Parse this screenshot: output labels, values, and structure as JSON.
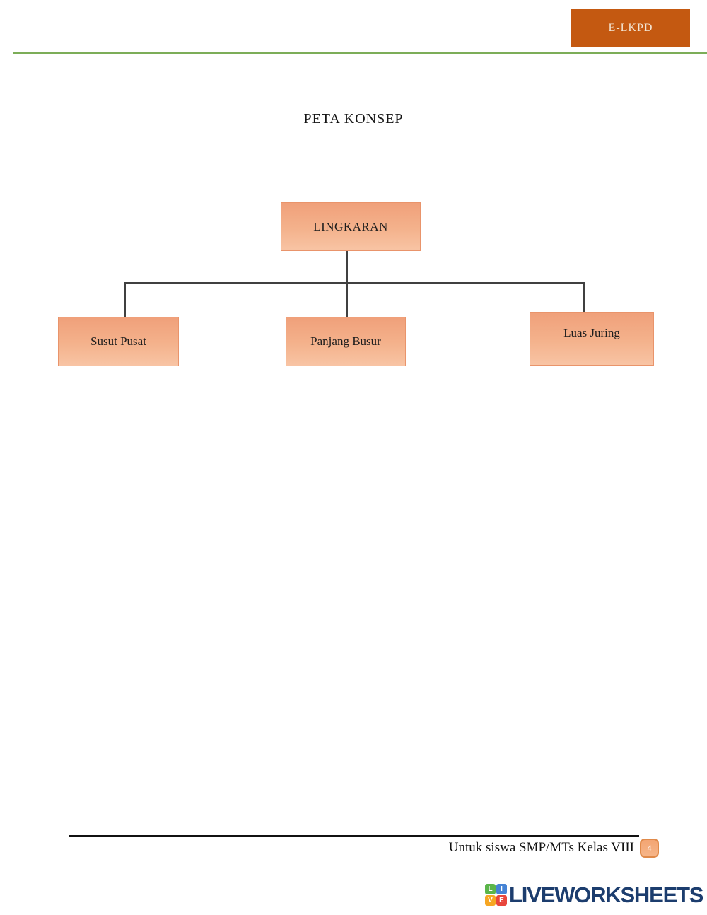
{
  "header": {
    "badge_label": "E-LKPD"
  },
  "title": "PETA KONSEP",
  "diagram": {
    "root": "LINGKARAN",
    "children": [
      "Susut Pusat",
      "Panjang Busur",
      "Luas Juring"
    ]
  },
  "footer": {
    "text": "Untuk siswa SMP/MTs Kelas VIII",
    "page_number": "4"
  },
  "brand": {
    "name": "LIVEWORKSHEETS",
    "logo_letters": [
      "L",
      "I",
      "V",
      "E"
    ]
  },
  "colors": {
    "accent_orange": "#C45911",
    "green_rule": "#7CAD58",
    "node_fill_top": "#F0A07A",
    "node_fill_bottom": "#F8C4A4",
    "node_border": "#E9946B",
    "badge_fill": "#F3A573",
    "badge_border": "#E08A4A",
    "brand_navy": "#1C3D6E",
    "logo_green": "#5BB54A",
    "logo_blue": "#4583D5",
    "logo_yellow": "#F6A623",
    "logo_red": "#E8463C"
  }
}
